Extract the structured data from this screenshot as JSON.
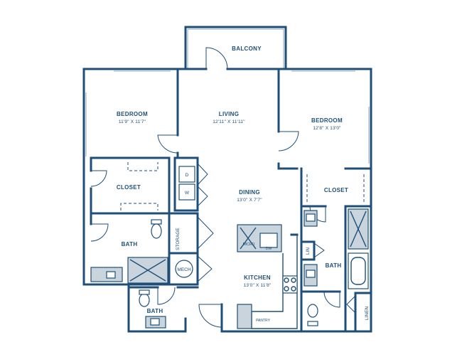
{
  "rooms": {
    "balcony": {
      "name": "BALCONY"
    },
    "bedroom1": {
      "name": "BEDROOM",
      "dims": "11'9\" X 11'7\""
    },
    "living": {
      "name": "LIVING",
      "dims": "12'11\" X 11'11\""
    },
    "bedroom2": {
      "name": "BEDROOM",
      "dims": "12'8\" X 13'0\""
    },
    "closet1": {
      "name": "CLOSET"
    },
    "closet2": {
      "name": "CLOSET"
    },
    "dining": {
      "name": "DINING",
      "dims": "13'0\" X 7'7\""
    },
    "bath1": {
      "name": "BATH"
    },
    "bath2": {
      "name": "BATH"
    },
    "bath3": {
      "name": "BATH"
    },
    "kitchen": {
      "name": "KITCHEN",
      "dims": "13'0\" X 11'8\""
    }
  },
  "labels": {
    "dryer": "D",
    "washer": "W",
    "storage": "STORAGE",
    "mech": "MECH",
    "micro": "MICRO",
    "dw": "DW",
    "pantry": "PANTRY",
    "lin": "LIN",
    "linen": "LINEN"
  }
}
